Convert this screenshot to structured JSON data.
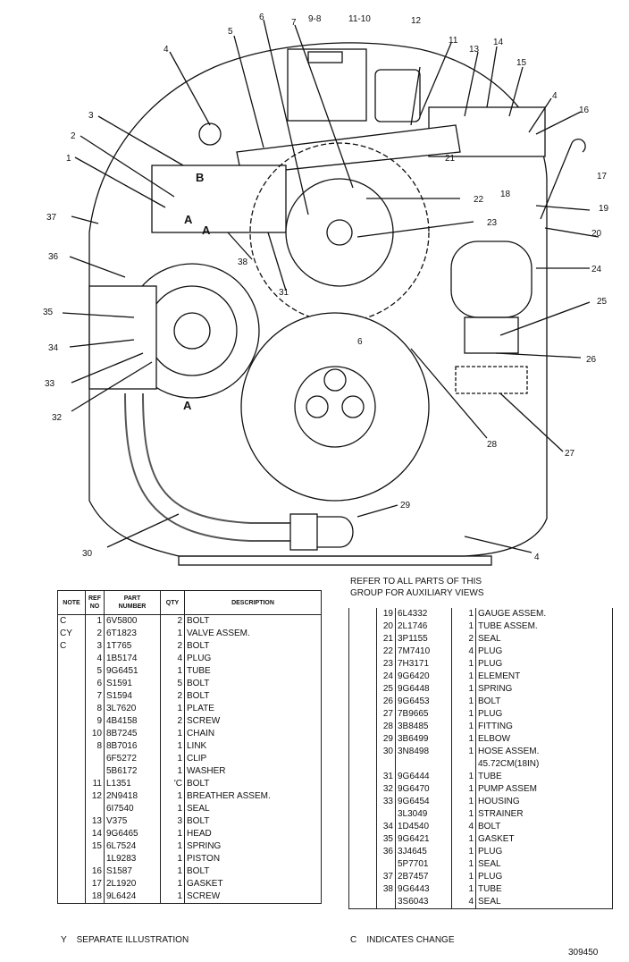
{
  "callouts": [
    "1",
    "2",
    "3",
    "4",
    "5",
    "6",
    "7",
    "9-8",
    "11-10",
    "12",
    "11",
    "13",
    "14",
    "15",
    "4",
    "16",
    "17",
    "18",
    "19",
    "20",
    "21",
    "22",
    "23",
    "24",
    "25",
    "26",
    "27",
    "28",
    "6",
    "29",
    "30",
    "4",
    "31",
    "32",
    "33",
    "34",
    "35",
    "36",
    "37",
    "38"
  ],
  "section_letters": [
    "B",
    "A",
    "A",
    "A"
  ],
  "group_note": "REFER TO ALL PARTS OF THIS\nGROUP FOR AUXILIARY VIEWS",
  "headers": {
    "note": "NOTE",
    "ref": "REF\nNO",
    "part": "PART\nNUMBER",
    "qty": "QTY",
    "desc": "DESCRIPTION"
  },
  "left_rows": [
    {
      "note": "C",
      "ref": "1",
      "part": "6V5800",
      "qty": "2",
      "desc": "BOLT"
    },
    {
      "note": "CY",
      "ref": "2",
      "part": "6T1823",
      "qty": "1",
      "desc": "VALVE ASSEM."
    },
    {
      "note": "C",
      "ref": "3",
      "part": "1T765",
      "qty": "2",
      "desc": "BOLT"
    },
    {
      "note": "",
      "ref": "4",
      "part": "1B5174",
      "qty": "4",
      "desc": "PLUG"
    },
    {
      "note": "",
      "ref": "5",
      "part": "9G6451",
      "qty": "1",
      "desc": "TUBE"
    },
    {
      "note": "",
      "ref": "6",
      "part": "S1591",
      "qty": "5",
      "desc": "BOLT"
    },
    {
      "note": "",
      "ref": "7",
      "part": "S1594",
      "qty": "2",
      "desc": "BOLT"
    },
    {
      "note": "",
      "ref": "8",
      "part": "3L7620",
      "qty": "1",
      "desc": "PLATE"
    },
    {
      "note": "",
      "ref": "9",
      "part": "4B4158",
      "qty": "2",
      "desc": "SCREW"
    },
    {
      "note": "",
      "ref": "10",
      "part": "8B7245",
      "qty": "1",
      "desc": "CHAIN"
    },
    {
      "note": "",
      "ref": "8",
      "part": "8B7016",
      "qty": "1",
      "desc": "LINK"
    },
    {
      "note": "",
      "ref": "",
      "part": "6F5272",
      "qty": "1",
      "desc": "CLIP"
    },
    {
      "note": "",
      "ref": "",
      "part": "5B6172",
      "qty": "1",
      "desc": "WASHER"
    },
    {
      "note": "",
      "ref": "11",
      "part": "L1351",
      "qty": "'C",
      "desc": "BOLT"
    },
    {
      "note": "",
      "ref": "12",
      "part": "2N9418",
      "qty": "1",
      "desc": "BREATHER ASSEM."
    },
    {
      "note": "",
      "ref": "",
      "part": "6I7540",
      "qty": "1",
      "desc": "SEAL"
    },
    {
      "note": "",
      "ref": "13",
      "part": "V375",
      "qty": "3",
      "desc": "BOLT"
    },
    {
      "note": "",
      "ref": "14",
      "part": "9G6465",
      "qty": "1",
      "desc": "HEAD"
    },
    {
      "note": "",
      "ref": "15",
      "part": "6L7524",
      "qty": "1",
      "desc": "SPRING"
    },
    {
      "note": "",
      "ref": "",
      "part": "1L9283",
      "qty": "1",
      "desc": "PISTON"
    },
    {
      "note": "",
      "ref": "16",
      "part": "S1587",
      "qty": "1",
      "desc": "BOLT"
    },
    {
      "note": "",
      "ref": "17",
      "part": "2L1920",
      "qty": "1",
      "desc": "GASKET"
    },
    {
      "note": "",
      "ref": "18",
      "part": "9L6424",
      "qty": "1",
      "desc": "SCREW"
    }
  ],
  "right_rows": [
    {
      "note": "",
      "ref": "19",
      "part": "6L4332",
      "qty": "1",
      "desc": "GAUGE ASSEM."
    },
    {
      "note": "",
      "ref": "20",
      "part": "2L1746",
      "qty": "1",
      "desc": "TUBE ASSEM."
    },
    {
      "note": "",
      "ref": "21",
      "part": "3P1155",
      "qty": "2",
      "desc": "SEAL"
    },
    {
      "note": "",
      "ref": "22",
      "part": "7M7410",
      "qty": "4",
      "desc": "PLUG"
    },
    {
      "note": "",
      "ref": "23",
      "part": "7H3171",
      "qty": "1",
      "desc": "PLUG"
    },
    {
      "note": "",
      "ref": "24",
      "part": "9G6420",
      "qty": "1",
      "desc": "ELEMENT"
    },
    {
      "note": "",
      "ref": "25",
      "part": "9G6448",
      "qty": "1",
      "desc": "SPRING"
    },
    {
      "note": "",
      "ref": "26",
      "part": "9G6453",
      "qty": "1",
      "desc": "BOLT"
    },
    {
      "note": "",
      "ref": "27",
      "part": "7B9665",
      "qty": "1",
      "desc": "PLUG"
    },
    {
      "note": "",
      "ref": "28",
      "part": "3B8485",
      "qty": "1",
      "desc": "FITTING"
    },
    {
      "note": "",
      "ref": "29",
      "part": "3B6499",
      "qty": "1",
      "desc": "ELBOW"
    },
    {
      "note": "",
      "ref": "30",
      "part": "3N8498",
      "qty": "1",
      "desc": "HOSE ASSEM."
    },
    {
      "note": "",
      "ref": "",
      "part": "",
      "qty": "",
      "desc": "45.72CM(18IN)"
    },
    {
      "note": "",
      "ref": "31",
      "part": "9G6444",
      "qty": "1",
      "desc": "TUBE"
    },
    {
      "note": "",
      "ref": "32",
      "part": "9G6470",
      "qty": "1",
      "desc": "PUMP ASSEM"
    },
    {
      "note": "",
      "ref": "33",
      "part": "9G6454",
      "qty": "1",
      "desc": "HOUSING"
    },
    {
      "note": "",
      "ref": "",
      "part": "3L3049",
      "qty": "1",
      "desc": "STRAINER"
    },
    {
      "note": "",
      "ref": "34",
      "part": "1D4540",
      "qty": "4",
      "desc": "BOLT"
    },
    {
      "note": "",
      "ref": "35",
      "part": "9G6421",
      "qty": "1",
      "desc": "GASKET"
    },
    {
      "note": "",
      "ref": "36",
      "part": "3J4645",
      "qty": "1",
      "desc": "PLUG"
    },
    {
      "note": "",
      "ref": "",
      "part": "5P7701",
      "qty": "1",
      "desc": "SEAL"
    },
    {
      "note": "",
      "ref": "37",
      "part": "2B7457",
      "qty": "1",
      "desc": "PLUG"
    },
    {
      "note": "",
      "ref": "38",
      "part": "9G6443",
      "qty": "1",
      "desc": "TUBE"
    },
    {
      "note": "",
      "ref": "",
      "part": "3S6043",
      "qty": "4",
      "desc": "SEAL"
    }
  ],
  "footnotes": {
    "y": "Y    SEPARATE ILLUSTRATION",
    "c": "C    INDICATES CHANGE",
    "figure_number": "309450"
  }
}
